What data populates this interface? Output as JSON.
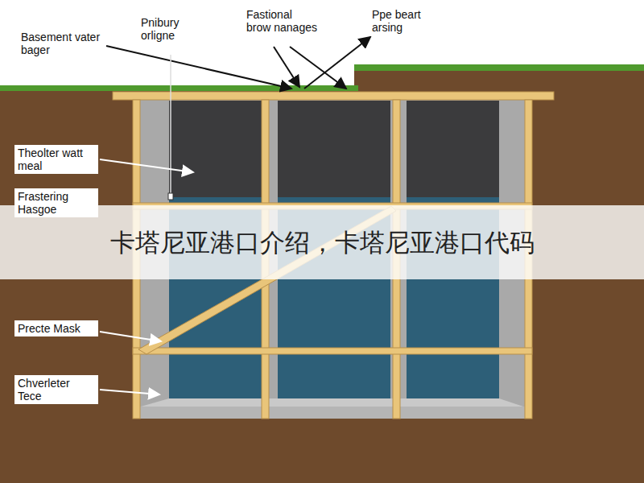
{
  "diagram": {
    "labels": [
      "Basement vater bager",
      "Pnibury orligne",
      "Fastional brow nanages",
      "Ppe beart arsing",
      "Theolter watt meal",
      "Frastering Hasgoe",
      "Precte Mask",
      "Chverleter Tece",
      "卡塔尼亚港口介绍，卡塔尼亚港口代码"
    ]
  }
}
